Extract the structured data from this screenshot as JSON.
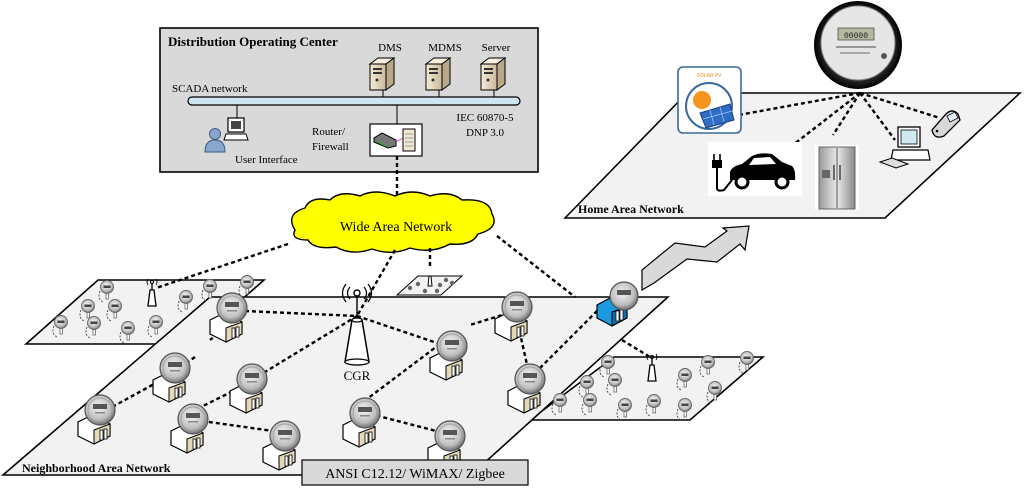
{
  "doc": {
    "title": "Distribution Operating Center",
    "scada_label": "SCADA network",
    "servers": [
      {
        "label": "DMS"
      },
      {
        "label": "MDMS"
      },
      {
        "label": "Server"
      }
    ],
    "user_interface_label": "User Interface",
    "router_label_line1": "Router/",
    "router_label_line2": "Firewall",
    "protocol_line1": "IEC 60870-5",
    "protocol_line2": "DNP 3.0"
  },
  "wan": {
    "label": "Wide Area Network",
    "color": "#ffff00"
  },
  "nan": {
    "label": "Neighborhood Area Network",
    "cgr_label": "CGR",
    "protocol_box": "ANSI C12.12/ WiMAX/ Zigbee"
  },
  "han": {
    "label": "Home Area Network",
    "solar_label": "SOLAR PV",
    "meter_display": "00000",
    "devices": [
      "solar-pv",
      "electric-vehicle",
      "refrigerator",
      "computer",
      "mobile-phone"
    ]
  },
  "colors": {
    "doc_bg": "#d9d9d9",
    "scada_bus": "#cfe6f0",
    "plane": "#f2f2f2",
    "highlight_house": "#1a9be0",
    "arrow_fill": "#d9d9d9"
  }
}
